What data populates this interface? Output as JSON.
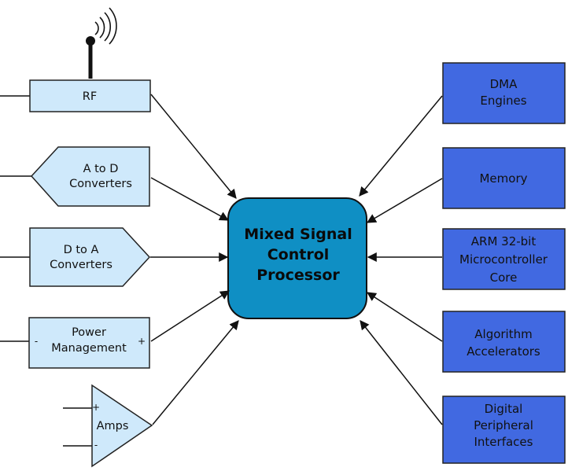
{
  "left_blocks": {
    "rf": "RF",
    "adc": [
      "A to D",
      "Converters"
    ],
    "dac": [
      "D to A",
      "Converters"
    ],
    "power": [
      "Power",
      "Management"
    ],
    "power_minus": "-",
    "power_plus": "+",
    "amps": "Amps",
    "amps_plus": "+",
    "amps_minus": "-"
  },
  "center": [
    "Mixed Signal",
    "Control",
    "Processor"
  ],
  "right_blocks": {
    "dma": [
      "DMA",
      "Engines"
    ],
    "memory": "Memory",
    "arm": [
      "ARM  32-bit",
      "Microcontroller",
      "Core"
    ],
    "algo": [
      "Algorithm",
      "Accelerators"
    ],
    "digital": [
      "Digital",
      "Peripheral",
      "Interfaces"
    ]
  },
  "colors": {
    "left_fill": "#cfe9fb",
    "right_fill": "#4169e1",
    "center_fill": "#0f8fc4",
    "stroke": "#222222"
  }
}
